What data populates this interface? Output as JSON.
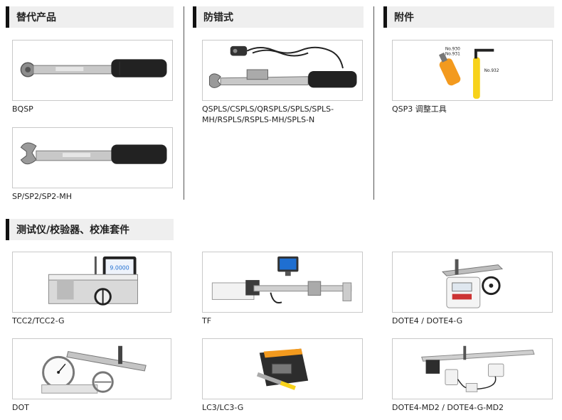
{
  "sections": {
    "alternatives": {
      "title": "替代产品"
    },
    "error_proof": {
      "title": "防错式"
    },
    "accessories": {
      "title": "附件"
    },
    "testers": {
      "title": "测试仪/校验器、校准套件"
    }
  },
  "products": {
    "bqsp": {
      "caption": "BQSP",
      "icon": "ratchet-torque-wrench"
    },
    "sp": {
      "caption": "SP/SP2/SP2-MH",
      "icon": "spanner-torque-wrench"
    },
    "qspls": {
      "caption": "QSPLS/CSPLS/QRSPLS/SPLS/SPLS-MH/RSPLS/RSPLS-MH/SPLS-N",
      "icon": "wrench-with-cable"
    },
    "qsp3": {
      "caption": "QSP3 调整工具",
      "icon": "adjustment-tools",
      "labels": {
        "l930": "No.930",
        "l931": "No.931",
        "l932": "No.932"
      }
    },
    "tcc2": {
      "caption": "TCC2/TCC2-G",
      "tester_display": "9.0000",
      "icon": "torque-tester-bench"
    },
    "tf": {
      "caption": "TF",
      "icon": "tester-rail-with-monitor"
    },
    "dote4": {
      "caption": "DOTE4 / DOTE4-G",
      "icon": "digital-torque-tester"
    },
    "dot": {
      "caption": "DOT",
      "icon": "dial-torque-tester"
    },
    "lc3": {
      "caption": "LC3/LC3-G",
      "icon": "load-cell-checker"
    },
    "dote4md2": {
      "caption": "DOTE4-MD2 / DOTE4-G-MD2",
      "icon": "tester-with-extension-bar"
    }
  },
  "colors": {
    "header_bg": "#efefef",
    "accent_bar": "#111111",
    "orange": "#f39a1e",
    "yellow": "#f7d21a",
    "screen_blue": "#1f6fd1"
  }
}
